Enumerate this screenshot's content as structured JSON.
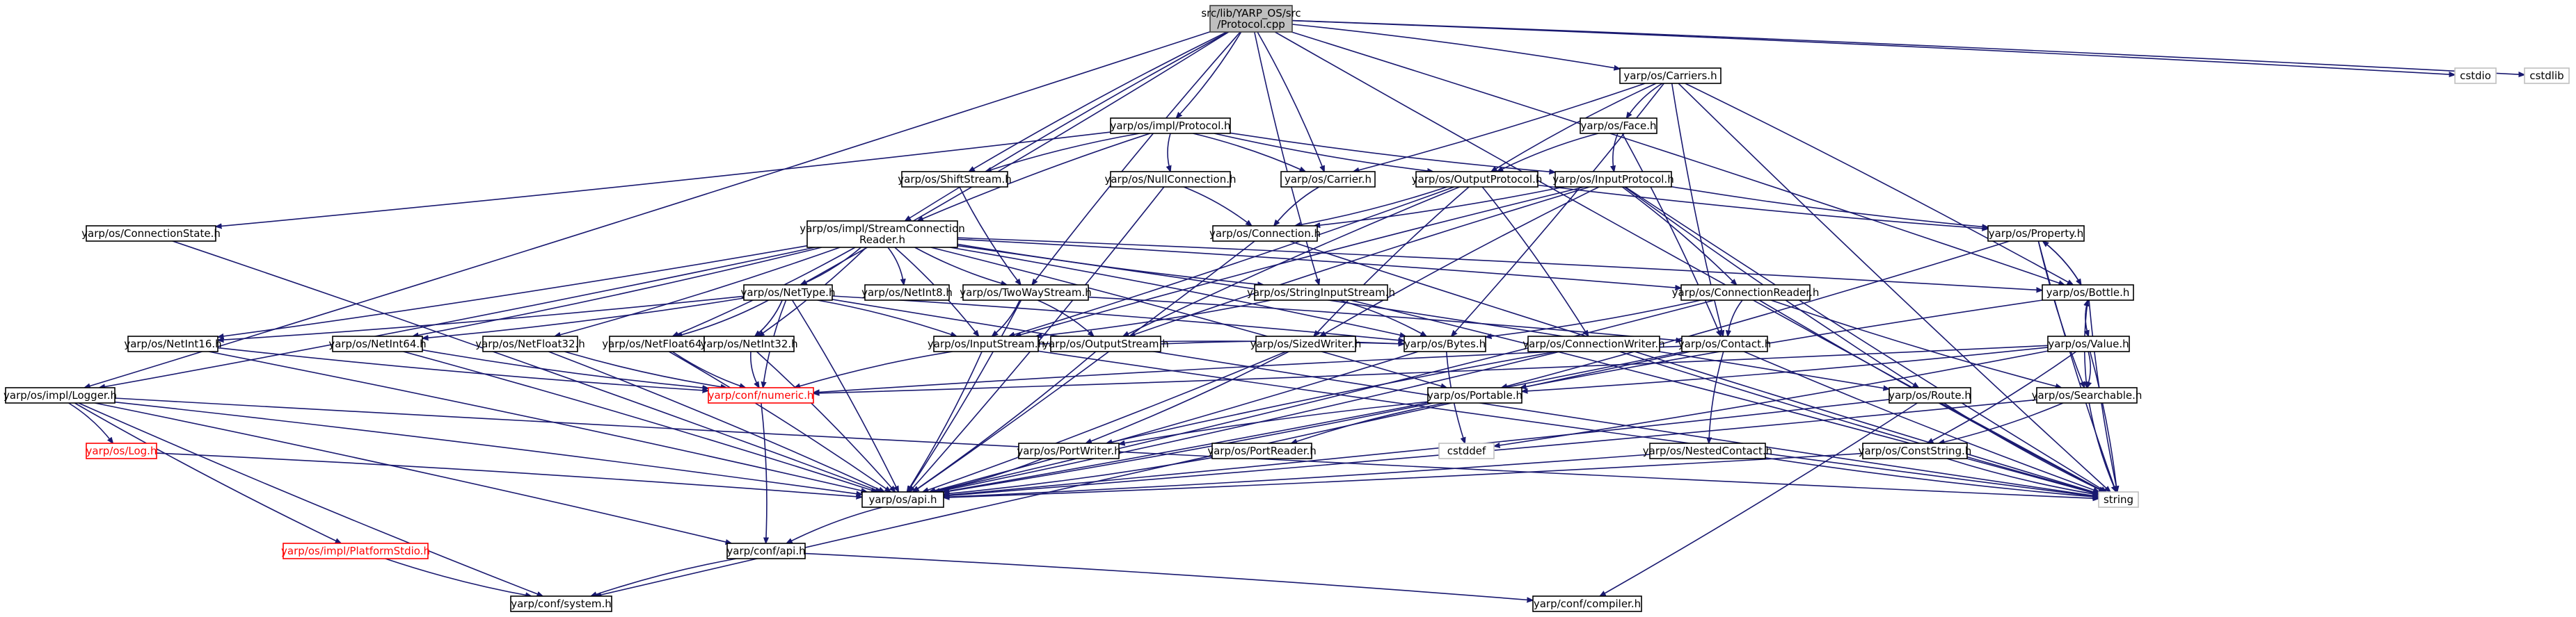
{
  "colors": {
    "edge": "#191970",
    "root_fill": "#bfbfbf",
    "missing_border": "#ff0000",
    "system_border": "#bfbfbf"
  },
  "nodes": {
    "root": {
      "label": [
        "src/lib/YARP_OS/src",
        "/Protocol.cpp"
      ],
      "style": "root"
    },
    "carriers": {
      "label": [
        "yarp/os/Carriers.h"
      ],
      "style": "normal"
    },
    "cstdio": {
      "label": [
        "cstdio"
      ],
      "style": "system"
    },
    "cstdlib": {
      "label": [
        "cstdlib"
      ],
      "style": "system"
    },
    "implprotocol": {
      "label": [
        "yarp/os/impl/Protocol.h"
      ],
      "style": "normal"
    },
    "face": {
      "label": [
        "yarp/os/Face.h"
      ],
      "style": "normal"
    },
    "shiftstream": {
      "label": [
        "yarp/os/ShiftStream.h"
      ],
      "style": "normal"
    },
    "nullconn": {
      "label": [
        "yarp/os/NullConnection.h"
      ],
      "style": "normal"
    },
    "carrier": {
      "label": [
        "yarp/os/Carrier.h"
      ],
      "style": "normal"
    },
    "outputprotocol": {
      "label": [
        "yarp/os/OutputProtocol.h"
      ],
      "style": "normal"
    },
    "inputprotocol": {
      "label": [
        "yarp/os/InputProtocol.h"
      ],
      "style": "normal"
    },
    "connstate": {
      "label": [
        "yarp/os/ConnectionState.h"
      ],
      "style": "normal"
    },
    "streamconnreader": {
      "label": [
        "yarp/os/impl/StreamConnection",
        "Reader.h"
      ],
      "style": "normal"
    },
    "connection": {
      "label": [
        "yarp/os/Connection.h"
      ],
      "style": "normal"
    },
    "property": {
      "label": [
        "yarp/os/Property.h"
      ],
      "style": "normal"
    },
    "nettype": {
      "label": [
        "yarp/os/NetType.h"
      ],
      "style": "normal"
    },
    "netint8": {
      "label": [
        "yarp/os/NetInt8.h"
      ],
      "style": "normal"
    },
    "twowaystream": {
      "label": [
        "yarp/os/TwoWayStream.h"
      ],
      "style": "normal"
    },
    "stringinputstream": {
      "label": [
        "yarp/os/StringInputStream.h"
      ],
      "style": "normal"
    },
    "connreader": {
      "label": [
        "yarp/os/ConnectionReader.h"
      ],
      "style": "normal"
    },
    "bottle": {
      "label": [
        "yarp/os/Bottle.h"
      ],
      "style": "normal"
    },
    "netint16": {
      "label": [
        "yarp/os/NetInt16.h"
      ],
      "style": "normal"
    },
    "netint64": {
      "label": [
        "yarp/os/NetInt64.h"
      ],
      "style": "normal"
    },
    "netfloat32": {
      "label": [
        "yarp/os/NetFloat32.h"
      ],
      "style": "normal"
    },
    "netfloat64": {
      "label": [
        "yarp/os/NetFloat64.h"
      ],
      "style": "normal"
    },
    "netint32": {
      "label": [
        "yarp/os/NetInt32.h"
      ],
      "style": "normal"
    },
    "inputstream": {
      "label": [
        "yarp/os/InputStream.h"
      ],
      "style": "normal"
    },
    "outputstream": {
      "label": [
        "yarp/os/OutputStream.h"
      ],
      "style": "normal"
    },
    "sizedwriter": {
      "label": [
        "yarp/os/SizedWriter.h"
      ],
      "style": "normal"
    },
    "bytes": {
      "label": [
        "yarp/os/Bytes.h"
      ],
      "style": "normal"
    },
    "connwriter": {
      "label": [
        "yarp/os/ConnectionWriter.h"
      ],
      "style": "normal"
    },
    "contact": {
      "label": [
        "yarp/os/Contact.h"
      ],
      "style": "normal"
    },
    "value": {
      "label": [
        "yarp/os/Value.h"
      ],
      "style": "normal"
    },
    "logger": {
      "label": [
        "yarp/os/impl/Logger.h"
      ],
      "style": "normal"
    },
    "numeric": {
      "label": [
        "yarp/conf/numeric.h"
      ],
      "style": "red"
    },
    "portable": {
      "label": [
        "yarp/os/Portable.h"
      ],
      "style": "normal"
    },
    "route": {
      "label": [
        "yarp/os/Route.h"
      ],
      "style": "normal"
    },
    "searchable": {
      "label": [
        "yarp/os/Searchable.h"
      ],
      "style": "normal"
    },
    "log": {
      "label": [
        "yarp/os/Log.h"
      ],
      "style": "red"
    },
    "cstddef": {
      "label": [
        "cstddef"
      ],
      "style": "system"
    },
    "portwriter": {
      "label": [
        "yarp/os/PortWriter.h"
      ],
      "style": "normal"
    },
    "portreader": {
      "label": [
        "yarp/os/PortReader.h"
      ],
      "style": "normal"
    },
    "nestedcontact": {
      "label": [
        "yarp/os/NestedContact.h"
      ],
      "style": "normal"
    },
    "conststring": {
      "label": [
        "yarp/os/ConstString.h"
      ],
      "style": "normal"
    },
    "string": {
      "label": [
        "string"
      ],
      "style": "system"
    },
    "api": {
      "label": [
        "yarp/os/api.h"
      ],
      "style": "normal"
    },
    "platformstdio": {
      "label": [
        "yarp/os/impl/PlatformStdio.h"
      ],
      "style": "red"
    },
    "confapi": {
      "label": [
        "yarp/conf/api.h"
      ],
      "style": "normal"
    },
    "system": {
      "label": [
        "yarp/conf/system.h"
      ],
      "style": "normal"
    },
    "compiler": {
      "label": [
        "yarp/conf/compiler.h"
      ],
      "style": "normal"
    }
  },
  "edges": [
    [
      "root",
      "logger"
    ],
    [
      "root",
      "nettype"
    ],
    [
      "root",
      "streamconnreader"
    ],
    [
      "root",
      "shiftstream"
    ],
    [
      "root",
      "twowaystream"
    ],
    [
      "root",
      "implprotocol"
    ],
    [
      "root",
      "stringinputstream"
    ],
    [
      "root",
      "carrier"
    ],
    [
      "root",
      "carriers"
    ],
    [
      "root",
      "bottle"
    ],
    [
      "root",
      "string"
    ],
    [
      "root",
      "cstdio"
    ],
    [
      "root",
      "cstdlib"
    ],
    [
      "implprotocol",
      "connstate"
    ],
    [
      "implprotocol",
      "streamconnreader"
    ],
    [
      "implprotocol",
      "shiftstream"
    ],
    [
      "implprotocol",
      "nullconn"
    ],
    [
      "implprotocol",
      "carrier"
    ],
    [
      "implprotocol",
      "outputprotocol"
    ],
    [
      "implprotocol",
      "inputprotocol"
    ],
    [
      "carriers",
      "carrier"
    ],
    [
      "carriers",
      "face"
    ],
    [
      "carriers",
      "outputprotocol"
    ],
    [
      "carriers",
      "bytes"
    ],
    [
      "carriers",
      "contact"
    ],
    [
      "carriers",
      "bottle"
    ],
    [
      "carriers",
      "string"
    ],
    [
      "face",
      "outputprotocol"
    ],
    [
      "face",
      "inputprotocol"
    ],
    [
      "face",
      "contact"
    ],
    [
      "shiftstream",
      "twowaystream"
    ],
    [
      "nullconn",
      "connection"
    ],
    [
      "nullconn",
      "api"
    ],
    [
      "carrier",
      "connection"
    ],
    [
      "outputprotocol",
      "connection"
    ],
    [
      "outputprotocol",
      "property"
    ],
    [
      "outputprotocol",
      "connwriter"
    ],
    [
      "outputprotocol",
      "sizedwriter"
    ],
    [
      "outputprotocol",
      "outputstream"
    ],
    [
      "outputprotocol",
      "inputstream"
    ],
    [
      "inputprotocol",
      "connection"
    ],
    [
      "inputprotocol",
      "property"
    ],
    [
      "inputprotocol",
      "connreader"
    ],
    [
      "inputprotocol",
      "route"
    ],
    [
      "inputprotocol",
      "inputstream"
    ],
    [
      "inputprotocol",
      "outputstream"
    ],
    [
      "inputprotocol",
      "sizedwriter"
    ],
    [
      "inputprotocol",
      "string"
    ],
    [
      "connstate",
      "api"
    ],
    [
      "streamconnreader",
      "logger"
    ],
    [
      "streamconnreader",
      "netint16"
    ],
    [
      "streamconnreader",
      "netint64"
    ],
    [
      "streamconnreader",
      "netfloat32"
    ],
    [
      "streamconnreader",
      "netfloat64"
    ],
    [
      "streamconnreader",
      "netint32"
    ],
    [
      "streamconnreader",
      "nettype"
    ],
    [
      "streamconnreader",
      "netint8"
    ],
    [
      "streamconnreader",
      "twowaystream"
    ],
    [
      "streamconnreader",
      "stringinputstream"
    ],
    [
      "streamconnreader",
      "connreader"
    ],
    [
      "streamconnreader",
      "bottle"
    ],
    [
      "streamconnreader",
      "inputstream"
    ],
    [
      "streamconnreader",
      "portable"
    ],
    [
      "streamconnreader",
      "route"
    ],
    [
      "streamconnreader",
      "bytes"
    ],
    [
      "connection",
      "string"
    ],
    [
      "connection",
      "api"
    ],
    [
      "nettype",
      "netint16"
    ],
    [
      "nettype",
      "netint64"
    ],
    [
      "nettype",
      "netfloat64"
    ],
    [
      "nettype",
      "netint32"
    ],
    [
      "nettype",
      "inputstream"
    ],
    [
      "nettype",
      "bytes"
    ],
    [
      "nettype",
      "numeric"
    ],
    [
      "nettype",
      "string"
    ],
    [
      "nettype",
      "api"
    ],
    [
      "twowaystream",
      "inputstream"
    ],
    [
      "twowaystream",
      "outputstream"
    ],
    [
      "twowaystream",
      "contact"
    ],
    [
      "twowaystream",
      "api"
    ],
    [
      "stringinputstream",
      "inputstream"
    ],
    [
      "stringinputstream",
      "bytes"
    ],
    [
      "stringinputstream",
      "string"
    ],
    [
      "connreader",
      "bytes"
    ],
    [
      "connreader",
      "contact"
    ],
    [
      "connreader",
      "searchable"
    ],
    [
      "connreader",
      "api"
    ],
    [
      "connreader",
      "string"
    ],
    [
      "property",
      "bottle"
    ],
    [
      "property",
      "searchable"
    ],
    [
      "property",
      "string"
    ],
    [
      "property",
      "portable"
    ],
    [
      "bottle",
      "property"
    ],
    [
      "bottle",
      "value"
    ],
    [
      "bottle",
      "portable"
    ],
    [
      "bottle",
      "searchable"
    ],
    [
      "bottle",
      "string"
    ],
    [
      "value",
      "bottle"
    ],
    [
      "value",
      "portable"
    ],
    [
      "value",
      "searchable"
    ],
    [
      "value",
      "conststring"
    ],
    [
      "value",
      "numeric"
    ],
    [
      "value",
      "cstddef"
    ],
    [
      "value",
      "string"
    ],
    [
      "netint16",
      "numeric"
    ],
    [
      "netint16",
      "api"
    ],
    [
      "netint64",
      "numeric"
    ],
    [
      "netint64",
      "api"
    ],
    [
      "netfloat32",
      "numeric"
    ],
    [
      "netfloat32",
      "api"
    ],
    [
      "netfloat64",
      "numeric"
    ],
    [
      "netfloat64",
      "api"
    ],
    [
      "netint32",
      "numeric"
    ],
    [
      "netint32",
      "api"
    ],
    [
      "inputstream",
      "bytes"
    ],
    [
      "inputstream",
      "numeric"
    ],
    [
      "inputstream",
      "api"
    ],
    [
      "inputstream",
      "string"
    ],
    [
      "outputstream",
      "bytes"
    ],
    [
      "outputstream",
      "api"
    ],
    [
      "sizedwriter",
      "portwriter"
    ],
    [
      "sizedwriter",
      "api"
    ],
    [
      "bytes",
      "cstddef"
    ],
    [
      "bytes",
      "api"
    ],
    [
      "connwriter",
      "portwriter"
    ],
    [
      "connwriter",
      "api"
    ],
    [
      "connwriter",
      "string"
    ],
    [
      "contact",
      "nestedcontact"
    ],
    [
      "contact",
      "numeric"
    ],
    [
      "contact",
      "api"
    ],
    [
      "contact",
      "string"
    ],
    [
      "contact",
      "system"
    ],
    [
      "logger",
      "log"
    ],
    [
      "logger",
      "platformstdio"
    ],
    [
      "logger",
      "string"
    ],
    [
      "logger",
      "api"
    ],
    [
      "logger",
      "confapi"
    ],
    [
      "logger",
      "system"
    ],
    [
      "log",
      "api"
    ],
    [
      "numeric",
      "confapi"
    ],
    [
      "portable",
      "portreader"
    ],
    [
      "portable",
      "portwriter"
    ],
    [
      "portable",
      "api"
    ],
    [
      "route",
      "api"
    ],
    [
      "route",
      "string"
    ],
    [
      "route",
      "compiler"
    ],
    [
      "searchable",
      "conststring"
    ],
    [
      "searchable",
      "api"
    ],
    [
      "searchable",
      "string"
    ],
    [
      "portwriter",
      "api"
    ],
    [
      "portreader",
      "api"
    ],
    [
      "nestedcontact",
      "api"
    ],
    [
      "nestedcontact",
      "string"
    ],
    [
      "conststring",
      "api"
    ],
    [
      "conststring",
      "string"
    ],
    [
      "api",
      "confapi"
    ],
    [
      "platformstdio",
      "system"
    ],
    [
      "confapi",
      "system"
    ],
    [
      "confapi",
      "compiler"
    ]
  ]
}
